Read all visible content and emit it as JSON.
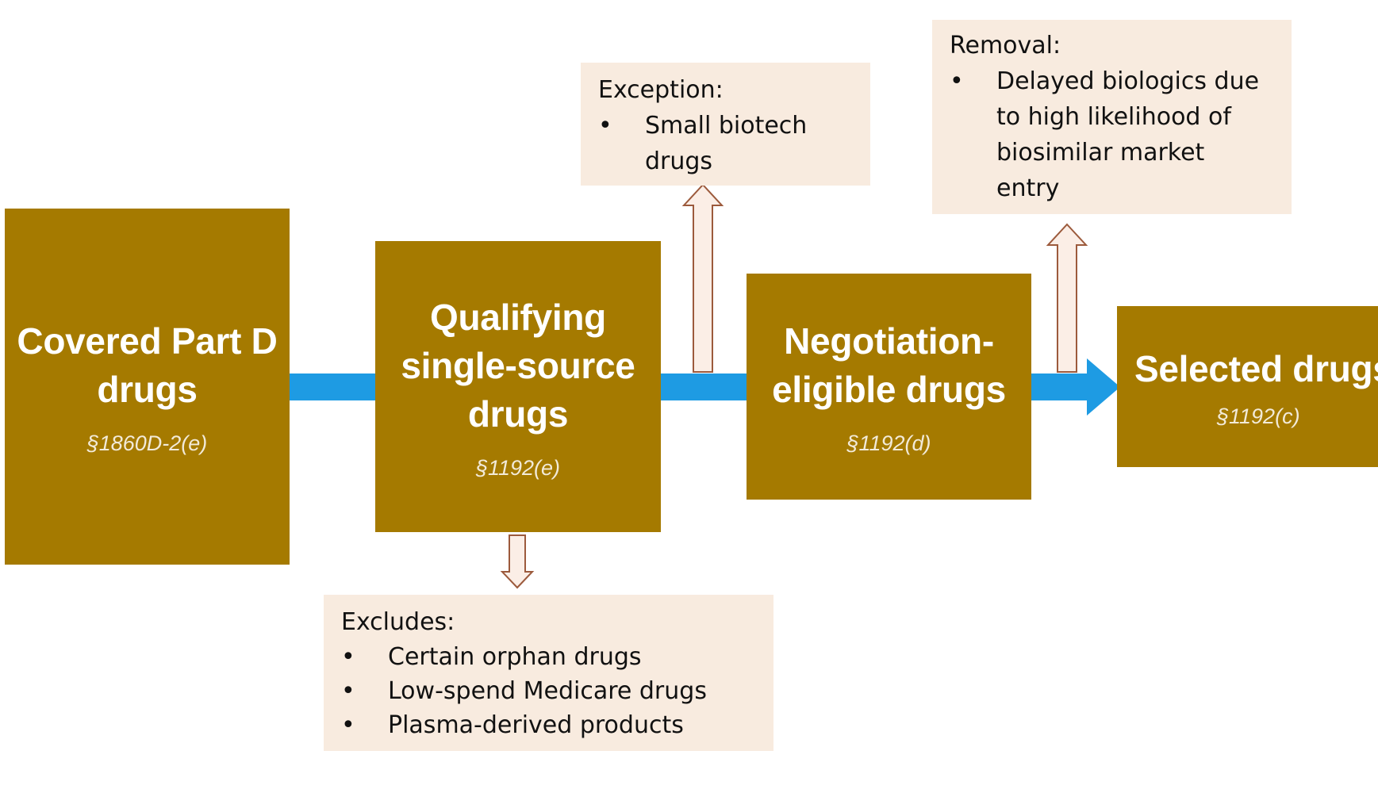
{
  "stages": [
    {
      "title": "Covered Part D\ndrugs",
      "ref": "§1860D-2(e)"
    },
    {
      "title": "Qualifying\nsingle-source\ndrugs",
      "ref": "§1192(e)"
    },
    {
      "title": "Negotiation-\neligible drugs",
      "ref": "§1192(d)"
    },
    {
      "title": "Selected drugs",
      "ref": "§1192(c)"
    }
  ],
  "notes": {
    "exception": {
      "heading": "Exception:",
      "items": [
        "Small biotech drugs"
      ]
    },
    "removal": {
      "heading": "Removal:",
      "items": [
        "Delayed biologics due to high likelihood of biosimilar market entry"
      ]
    },
    "excludes": {
      "heading": "Excludes:",
      "items": [
        "Certain orphan drugs",
        "Low-spend Medicare drugs",
        "Plasma-derived products"
      ]
    }
  },
  "colors": {
    "stage_fill": "#a57a00",
    "stage_text": "#ffffff",
    "connector": "#1e9be3",
    "note_fill": "#f8ebdf",
    "side_arrow_fill": "#fbeee6",
    "side_arrow_stroke": "#9c5a3c"
  }
}
